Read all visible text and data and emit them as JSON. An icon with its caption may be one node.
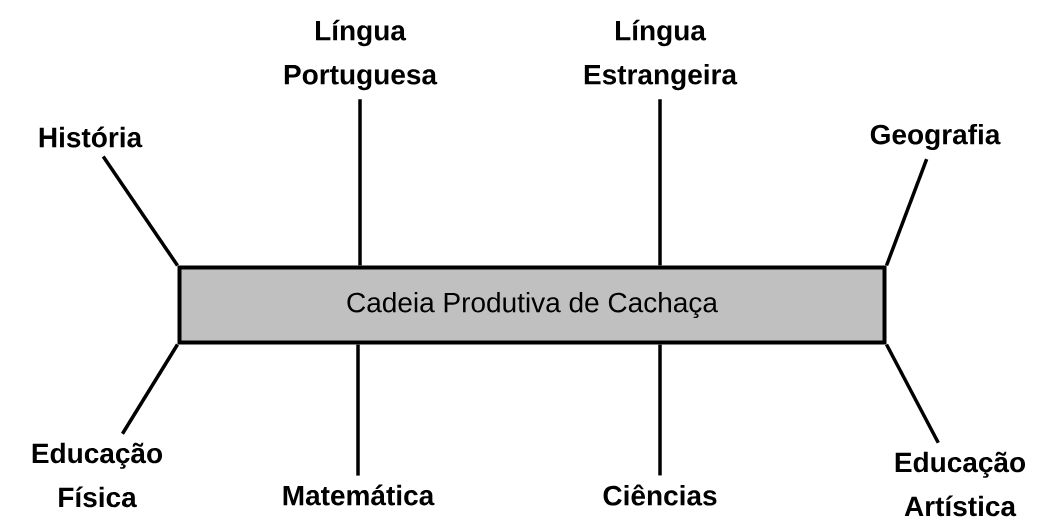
{
  "diagram": {
    "nodes": [
      {
        "text": [
          "Língua Portuguesa"
        ]
      },
      {
        "text": [
          "Língua Estrangeira"
        ]
      },
      {
        "text": [
          "História"
        ]
      },
      {
        "text": [
          "Geografia"
        ]
      },
      {
        "text": [
          "Cadeia Produtiva de Cachaça"
        ]
      },
      {
        "text": [
          "Educação Física"
        ]
      },
      {
        "text": [
          "Matemática"
        ]
      },
      {
        "text": [
          "Ciências"
        ]
      },
      {
        "text": [
          "Educação Artística"
        ]
      }
    ],
    "edges": [
      {
        "from": 0,
        "to": 4,
        "arrow": "none"
      },
      {
        "from": 1,
        "to": 4,
        "arrow": "none"
      },
      {
        "from": 2,
        "to": 4,
        "arrow": "none"
      },
      {
        "from": 3,
        "to": 4,
        "arrow": "none"
      },
      {
        "from": 5,
        "to": 4,
        "arrow": "none"
      },
      {
        "from": 6,
        "to": 4,
        "arrow": "none"
      },
      {
        "from": 7,
        "to": 4,
        "arrow": "none"
      },
      {
        "from": 8,
        "to": 4,
        "arrow": "none"
      }
    ]
  }
}
